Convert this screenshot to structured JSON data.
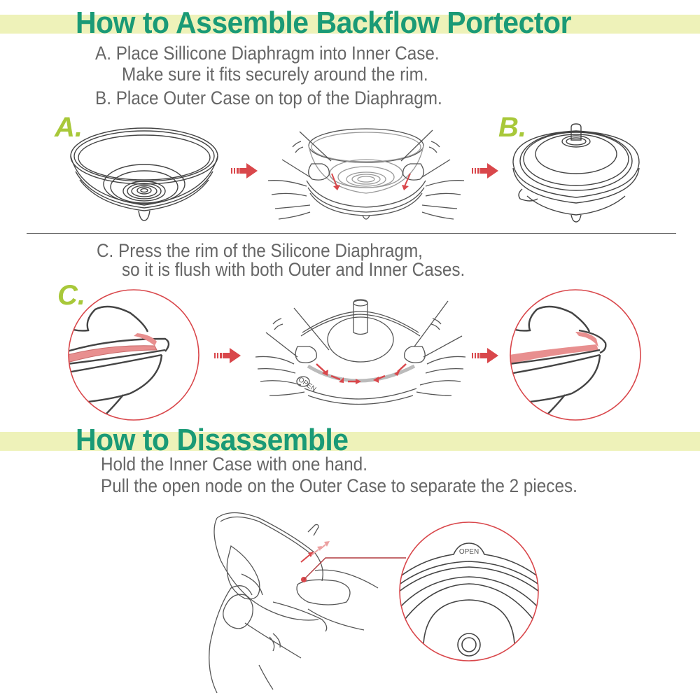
{
  "assemble": {
    "heading": "How to Assemble Backflow Portector",
    "step_a_line1": "A. Place Sillicone Diaphragm into Inner Case.",
    "step_a_line2": "Make sure it fits securely around the rim.",
    "step_b": "B. Place Outer Case on top of the Diaphragm.",
    "label_a": "A.",
    "label_b": "B.",
    "step_c_line1": "C. Press the rim of the Silicone Diaphragm,",
    "step_c_line2": "so it is flush with both Outer and Inner Cases.",
    "label_c": "C."
  },
  "disassemble": {
    "heading": "How to Disassemble",
    "line1": "Hold the Inner Case with one hand.",
    "line2": "Pull the open node on the Outer Case to separate the 2 pieces."
  },
  "illustration_labels": {
    "open_tab_small": "OPEN",
    "open_tab_zoom": "OPEN"
  },
  "icons": {
    "arrow": "right-arrow-icon"
  },
  "colors": {
    "heading": "#1a9a76",
    "banner": "#eef2b9",
    "step_letter": "#a8c83a",
    "body_text": "#666666",
    "accent_red": "#d9474b",
    "diaphragm_pink": "#e88f8f"
  }
}
